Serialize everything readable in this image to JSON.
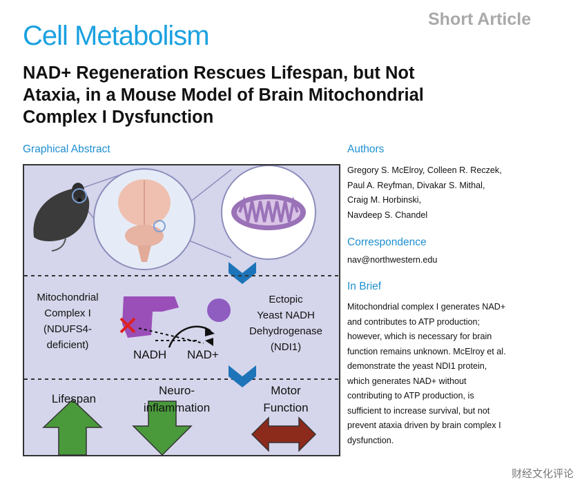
{
  "header": {
    "article_type": "Short Article",
    "journal": "Cell Metabolism",
    "title_lines": [
      "NAD+ Regeneration Rescues Lifespan, but Not",
      "Ataxia, in a Mouse Model of Brain Mitochondrial",
      "Complex I Dysfunction"
    ]
  },
  "graphical_abstract": {
    "heading": "Graphical Abstract",
    "left_label": [
      "Mitochondrial",
      "Complex I",
      "(NDUFS4-",
      "deficient)"
    ],
    "right_label": [
      "Ectopic",
      "Yeast NADH",
      "Dehydrogenase",
      "(NDI1)"
    ],
    "nadh": "NADH",
    "nad": "NAD+",
    "outcomes": {
      "lifespan": [
        "Lifespan"
      ],
      "neuroinflammation": [
        "Neuro-",
        "inflammation"
      ],
      "motor": [
        "Motor",
        "Function"
      ]
    },
    "colors": {
      "up_arrow": "#4a9a3c",
      "down_arrow": "#4a9a3c",
      "double_arrow": "#8c2a1c",
      "chevron": "#1e74b8",
      "background": "#d5d5eb"
    }
  },
  "authors": {
    "heading": "Authors",
    "lines": [
      "Gregory S. McElroy, Colleen R. Reczek,",
      "Paul A. Reyfman, Divakar S. Mithal,",
      "Craig M. Horbinski,",
      "Navdeep S. Chandel"
    ]
  },
  "correspondence": {
    "heading": "Correspondence",
    "email": "nav@northwestern.edu"
  },
  "in_brief": {
    "heading": "In Brief",
    "lines": [
      "Mitochondrial complex I generates NAD+",
      "and contributes to ATP production;",
      "however, which is necessary for brain",
      "function remains unknown. McElroy et al.",
      "demonstrate the yeast NDI1 protein,",
      "which generates NAD+ without",
      "contributing to ATP production, is",
      "sufficient to increase survival, but not",
      "prevent ataxia driven by brain complex I",
      "dysfunction."
    ]
  },
  "watermark": "财经文化评论"
}
